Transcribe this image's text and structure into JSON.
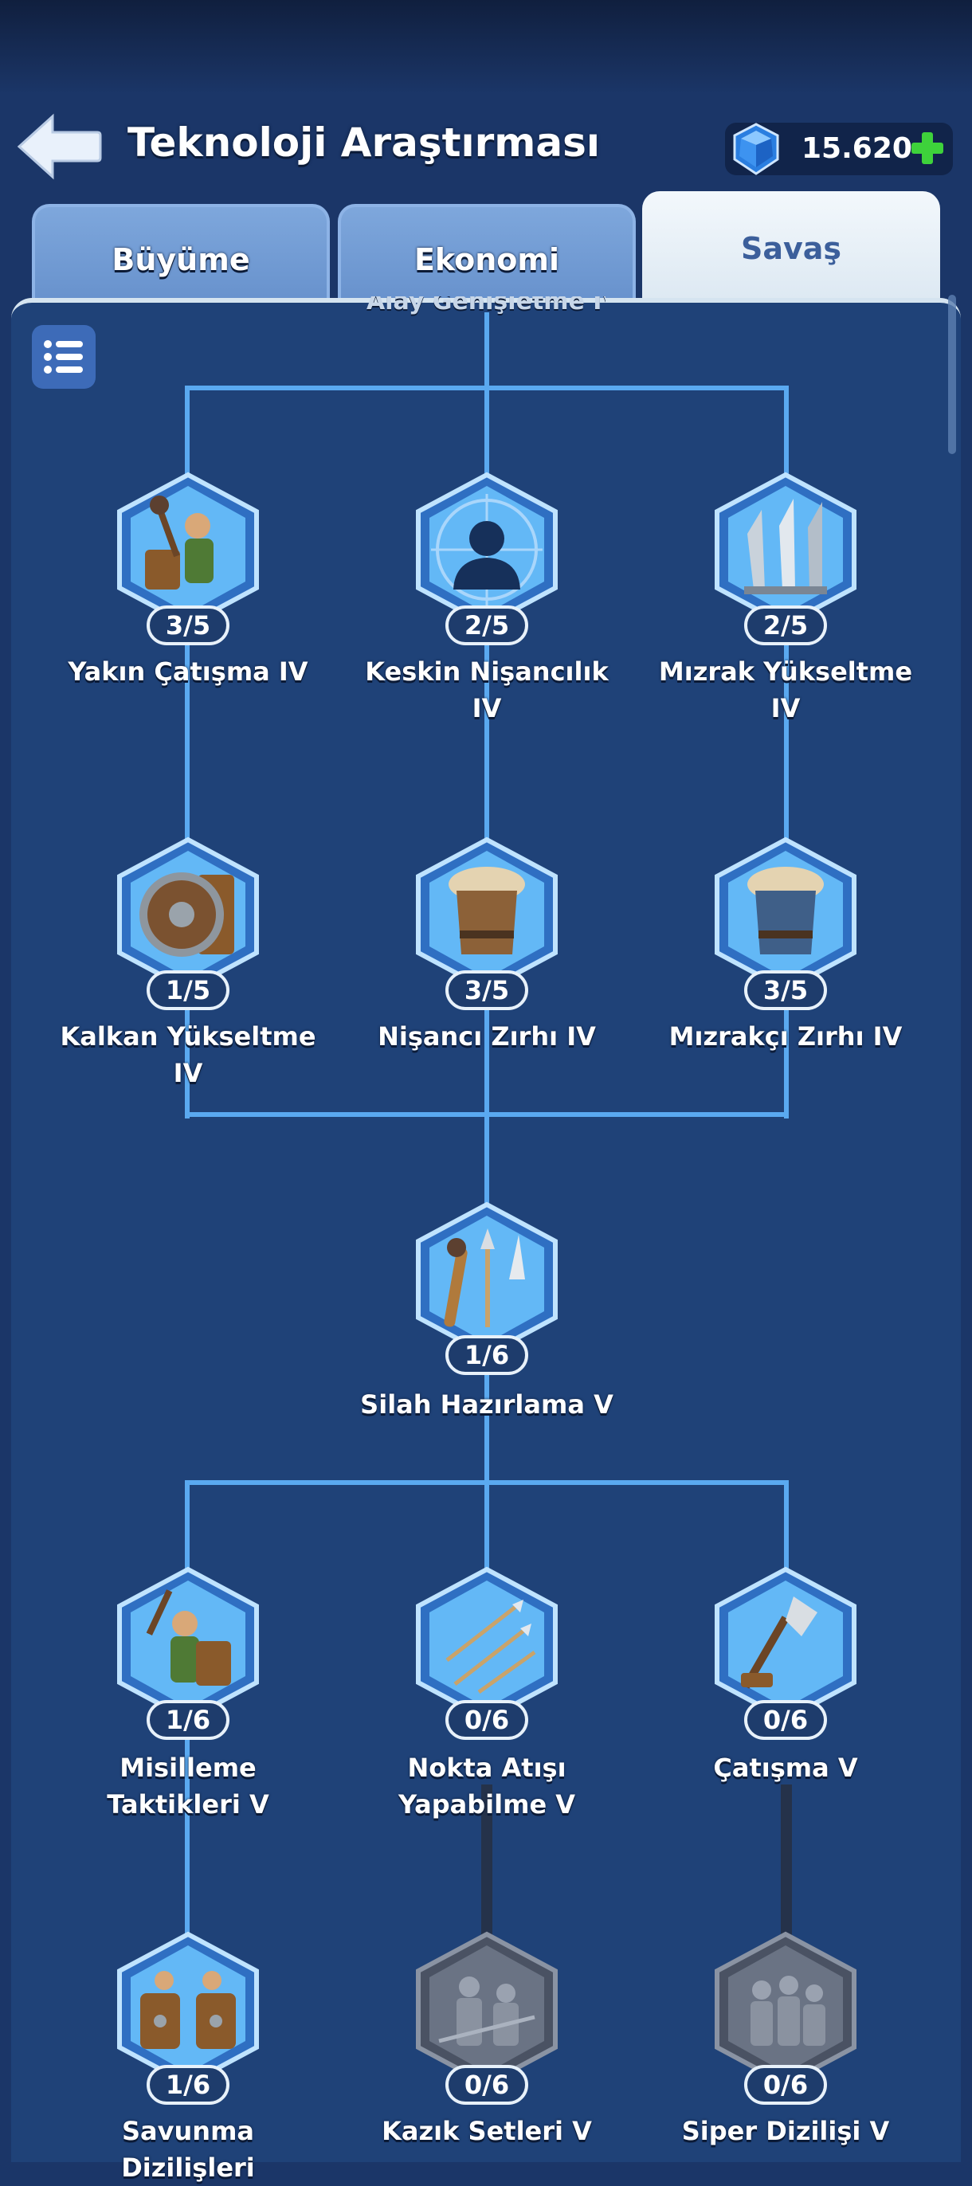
{
  "header": {
    "title": "Teknoloji Araştırması",
    "gems": "15.620"
  },
  "tabs": [
    {
      "label": "Büyüme",
      "active": false
    },
    {
      "label": "Ekonomi",
      "active": false
    },
    {
      "label": "Savaş",
      "active": true
    }
  ],
  "tree": {
    "top_label": "Alay Genişletme IV",
    "nodes": [
      {
        "name": "Yakın Çatışma IV",
        "progress": "3/5",
        "icon": "melee-warrior-icon",
        "locked": false
      },
      {
        "name": "Keskin Nişancılık IV",
        "progress": "2/5",
        "icon": "sniper-target-icon",
        "locked": false
      },
      {
        "name": "Mızrak Yükseltme IV",
        "progress": "2/5",
        "icon": "spearheads-icon",
        "locked": false
      },
      {
        "name": "Kalkan Yükseltme IV",
        "progress": "1/5",
        "icon": "round-shield-icon",
        "locked": false
      },
      {
        "name": "Nişancı Zırhı IV",
        "progress": "3/5",
        "icon": "marksman-armor-icon",
        "locked": false
      },
      {
        "name": "Mızrakçı Zırhı IV",
        "progress": "3/5",
        "icon": "spearman-armor-icon",
        "locked": false
      },
      {
        "name": "Silah Hazırlama V",
        "progress": "1/6",
        "icon": "weapons-icon",
        "locked": false
      },
      {
        "name": "Misilleme Taktikleri V",
        "progress": "1/6",
        "icon": "counterattack-warrior-icon",
        "locked": false
      },
      {
        "name": "Nokta Atışı Yapabilme V",
        "progress": "0/6",
        "icon": "arrows-icon",
        "locked": false
      },
      {
        "name": "Çatışma V",
        "progress": "0/6",
        "icon": "battle-axe-icon",
        "locked": false
      },
      {
        "name": "Savunma Dizilişleri",
        "progress": "1/6",
        "icon": "shield-wall-icon",
        "locked": false
      },
      {
        "name": "Kazık Setleri V",
        "progress": "0/6",
        "icon": "stake-soldiers-icon",
        "locked": true
      },
      {
        "name": "Siper Dizilişi V",
        "progress": "0/6",
        "icon": "trench-soldiers-icon",
        "locked": true
      }
    ]
  },
  "colors": {
    "background": "#1b3668",
    "panel": "#1f4278",
    "connector": "#5aa9f0",
    "hex_active": "#62b6f5",
    "hex_locked": "#5a6374",
    "plus": "#3ed23b"
  }
}
